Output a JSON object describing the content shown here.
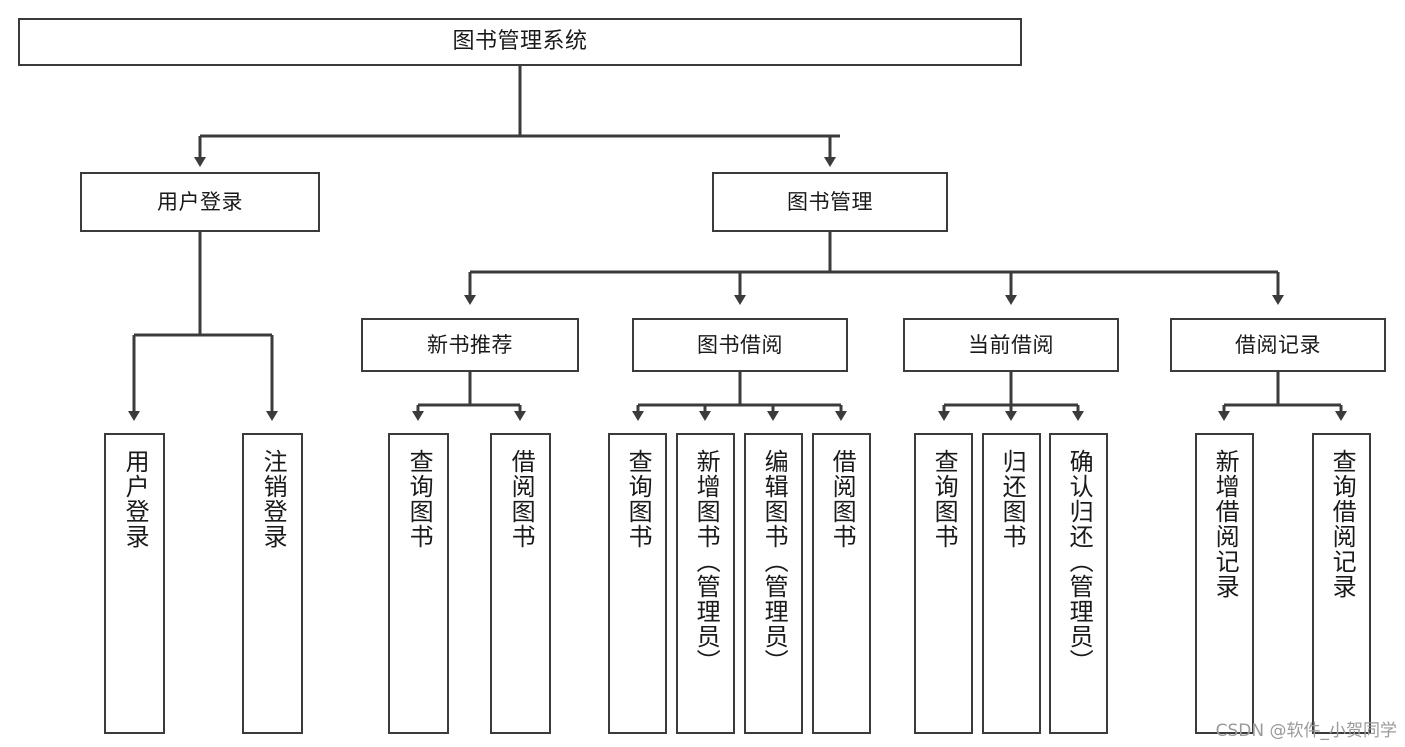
{
  "diagram": {
    "title": "图书管理系统",
    "type": "tree",
    "watermark": "CSDN @软件_小贺同学",
    "colors": {
      "border": "#3b3b3b",
      "node_fill": "#ffffff",
      "edge": "#3b3b3b",
      "text": "#1a1a1a",
      "watermark": "#9a9a9a",
      "background": "#ffffff"
    },
    "nodes": {
      "root": {
        "label": "图书管理系统"
      },
      "level1": [
        {
          "id": "user-login",
          "label": "用户登录"
        },
        {
          "id": "book-management",
          "label": "图书管理"
        }
      ],
      "level2": [
        {
          "id": "new-book-recommend",
          "label": "新书推荐"
        },
        {
          "id": "book-borrow",
          "label": "图书借阅"
        },
        {
          "id": "current-borrow",
          "label": "当前借阅"
        },
        {
          "id": "borrow-record",
          "label": "借阅记录"
        }
      ],
      "leaves": {
        "user-login": [
          {
            "id": "leaf-user-login",
            "label": "用户登录"
          },
          {
            "id": "leaf-logout",
            "label": "注销登录"
          }
        ],
        "new-book-recommend": [
          {
            "id": "leaf-query-book-1",
            "label": "查询图书"
          },
          {
            "id": "leaf-borrow-book-1",
            "label": "借阅图书"
          }
        ],
        "book-borrow": [
          {
            "id": "leaf-query-book-2",
            "label": "查询图书"
          },
          {
            "id": "leaf-add-book",
            "label": "新增图书（管理员）"
          },
          {
            "id": "leaf-edit-book",
            "label": "编辑图书（管理员）"
          },
          {
            "id": "leaf-borrow-book-2",
            "label": "借阅图书"
          }
        ],
        "current-borrow": [
          {
            "id": "leaf-query-book-3",
            "label": "查询图书"
          },
          {
            "id": "leaf-return-book",
            "label": "归还图书"
          },
          {
            "id": "leaf-confirm-return",
            "label": "确认归还（管理员）"
          }
        ],
        "borrow-record": [
          {
            "id": "leaf-add-record",
            "label": "新增借阅记录"
          },
          {
            "id": "leaf-query-record",
            "label": "查询借阅记录"
          }
        ]
      }
    },
    "edges": [
      {
        "from": "root",
        "to": "user-login"
      },
      {
        "from": "root",
        "to": "book-management"
      },
      {
        "from": "user-login",
        "to": "leaf-user-login"
      },
      {
        "from": "user-login",
        "to": "leaf-logout"
      },
      {
        "from": "book-management",
        "to": "new-book-recommend"
      },
      {
        "from": "book-management",
        "to": "book-borrow"
      },
      {
        "from": "book-management",
        "to": "current-borrow"
      },
      {
        "from": "book-management",
        "to": "borrow-record"
      },
      {
        "from": "new-book-recommend",
        "to": "leaf-query-book-1"
      },
      {
        "from": "new-book-recommend",
        "to": "leaf-borrow-book-1"
      },
      {
        "from": "book-borrow",
        "to": "leaf-query-book-2"
      },
      {
        "from": "book-borrow",
        "to": "leaf-add-book"
      },
      {
        "from": "book-borrow",
        "to": "leaf-edit-book"
      },
      {
        "from": "book-borrow",
        "to": "leaf-borrow-book-2"
      },
      {
        "from": "current-borrow",
        "to": "leaf-query-book-3"
      },
      {
        "from": "current-borrow",
        "to": "leaf-return-book"
      },
      {
        "from": "current-borrow",
        "to": "leaf-confirm-return"
      },
      {
        "from": "borrow-record",
        "to": "leaf-add-record"
      },
      {
        "from": "borrow-record",
        "to": "leaf-query-record"
      }
    ]
  }
}
